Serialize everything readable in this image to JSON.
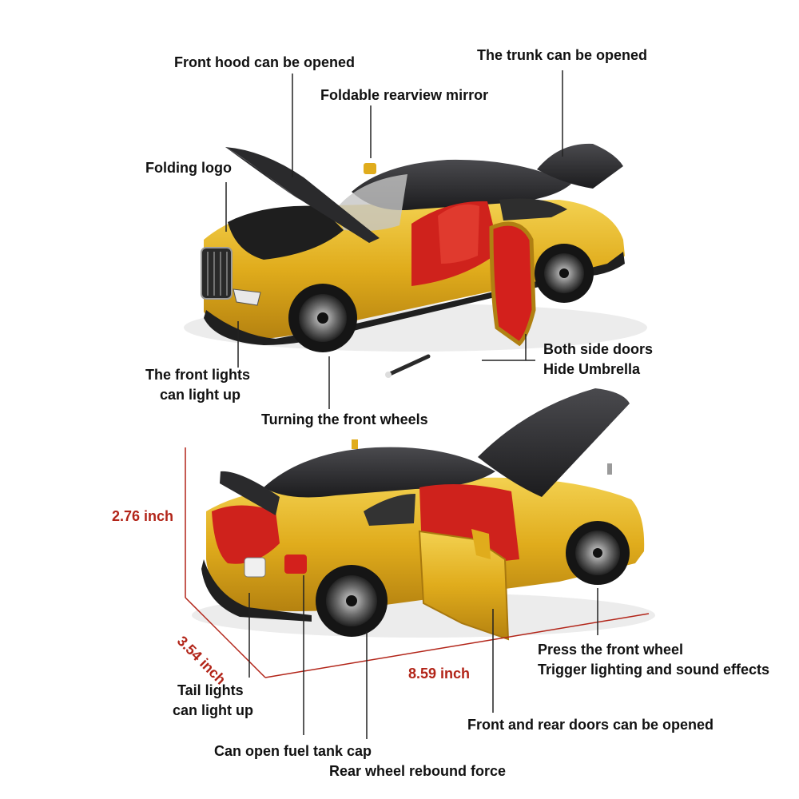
{
  "labels": {
    "front_hood": "Front hood can be opened",
    "trunk": "The trunk can be opened",
    "mirror": "Foldable rearview mirror",
    "logo": "Folding logo",
    "front_lights_1": "The front lights",
    "front_lights_2": "can light up",
    "doors_umbrella_1": "Both side doors",
    "doors_umbrella_2": "Hide Umbrella",
    "front_wheels": "Turning the front wheels",
    "press_wheel_1": "Press the front wheel",
    "press_wheel_2": "Trigger lighting and sound effects",
    "tail_lights_1": "Tail lights",
    "tail_lights_2": "can light up",
    "fuel_cap": "Can open fuel tank cap",
    "rear_wheel": "Rear wheel rebound force",
    "doors_open": "Front and rear doors can be opened"
  },
  "dimensions": {
    "height": "2.76 inch",
    "width": "3.54 inch",
    "length": "8.59 inch"
  },
  "colors": {
    "body": "#e0ac1c",
    "roof": "#2a2a2c",
    "interior": "#d3201c",
    "dimension": "#b22418"
  }
}
